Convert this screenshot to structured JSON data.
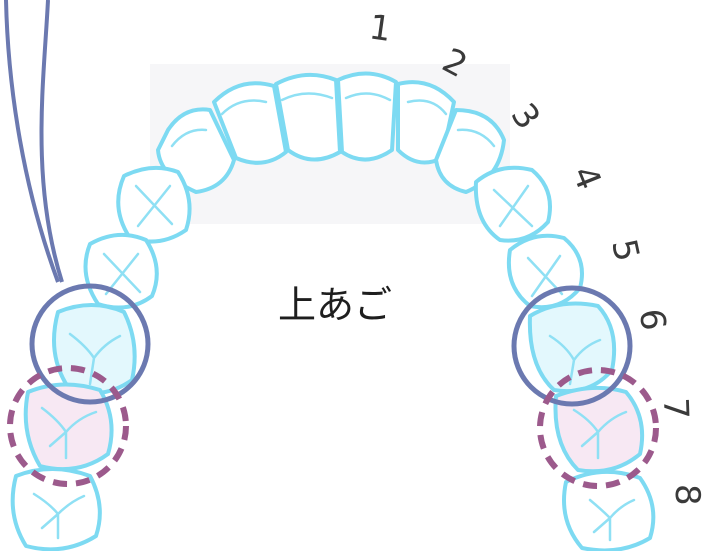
{
  "diagram": {
    "title": "上あご",
    "tooth_numbers": [
      "1",
      "2",
      "3",
      "4",
      "5",
      "6",
      "7",
      "8"
    ],
    "colors": {
      "tooth_outline": "#7ddaf2",
      "highlight_fill_blue": "#e3f8fd",
      "highlight_fill_pink": "#f7e8f3",
      "ring_blue": "#6b79b0",
      "ring_dashed_purple": "#9c5a8c",
      "leader_line": "#6b79b0"
    },
    "highlights": {
      "solid_ring_teeth": [
        "6",
        "6"
      ],
      "dashed_ring_teeth": [
        "7",
        "7"
      ]
    }
  }
}
